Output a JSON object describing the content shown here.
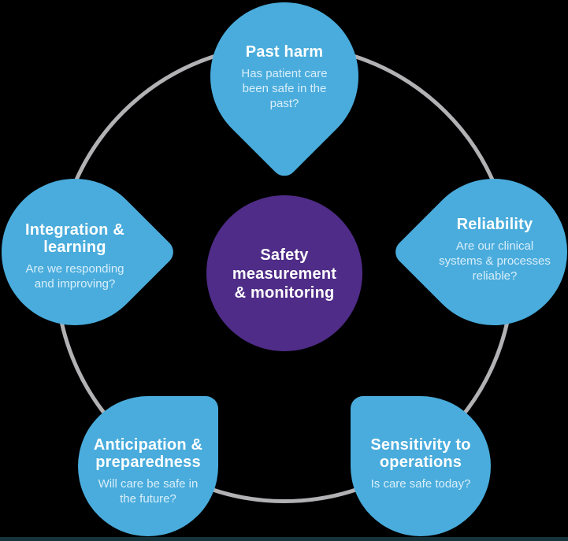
{
  "diagram_title": "Safety measurement & monitoring",
  "colors": {
    "background": "#000000",
    "node_fill": "#49ACDC",
    "center_fill": "#4F2C87",
    "ring": "#B2B2B5",
    "title_text": "#FFFFFF",
    "subtitle_text": "#D9EEFA",
    "footer_strip": "#16343C"
  },
  "center": {
    "title_lines": [
      "Safety",
      "measurement",
      "& monitoring"
    ]
  },
  "nodes": [
    {
      "id": "past-harm",
      "title_lines": [
        "Past harm"
      ],
      "subtitle_lines": [
        "Has patient care",
        "been safe in the",
        "past?"
      ]
    },
    {
      "id": "reliability",
      "title_lines": [
        "Reliability"
      ],
      "subtitle_lines": [
        "Are our clinical",
        "systems & processes",
        "reliable?"
      ]
    },
    {
      "id": "integration-learning",
      "title_lines": [
        "Integration &",
        "learning"
      ],
      "subtitle_lines": [
        "Are we responding",
        "and improving?"
      ]
    },
    {
      "id": "anticipation-preparedness",
      "title_lines": [
        "Anticipation &",
        "preparedness"
      ],
      "subtitle_lines": [
        "Will care be safe in",
        "the future?"
      ]
    },
    {
      "id": "sensitivity-operations",
      "title_lines": [
        "Sensitivity to",
        "operations"
      ],
      "subtitle_lines": [
        "Is care safe today?"
      ]
    }
  ]
}
